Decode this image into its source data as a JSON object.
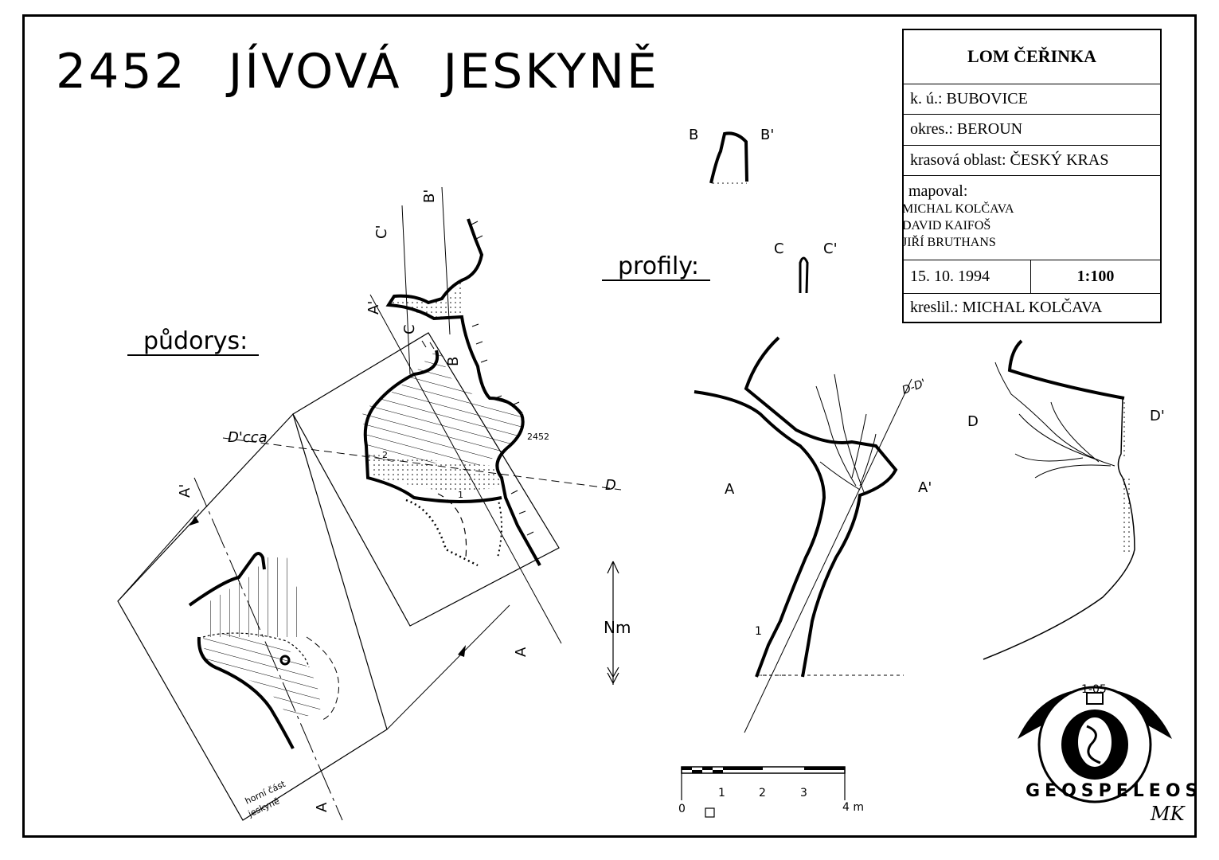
{
  "title": {
    "number": "2452",
    "name_1": "JÍVOVÁ",
    "name_2": "JESKYNĚ"
  },
  "labels": {
    "plan": "půdorys",
    "profiles": "profily",
    "upper_part_1": "horní část",
    "upper_part_2": "jeskyně",
    "north": "Nm",
    "cave_number": "2452"
  },
  "section_labels": {
    "A": "A",
    "A_prime": "A'",
    "B": "B",
    "B_prime": "B'",
    "C": "C",
    "C_prime": "C'",
    "D": "D",
    "D_prime": "D'",
    "D_prime_cca": "D'cca",
    "D_D_prime": "D-D'",
    "point_1": "1",
    "point_2": "2"
  },
  "info_box": {
    "locality": "LOM ČEŘINKA",
    "cadastre": "k. ú.: BUBOVICE",
    "district": "okres.: BEROUN",
    "karst_area": "krasová oblast: ČESKÝ KRAS",
    "mapped_by_label": "mapoval:",
    "mappers": [
      "MICHAL KOLČAVA",
      "DAVID KAIFOŠ",
      "JIŘÍ BRUTHANS"
    ],
    "date": "15. 10. 1994",
    "scale": "1:100",
    "drawn_by": "kreslil.: MICHAL KOLČAVA"
  },
  "scale_bar": {
    "ticks": [
      "0",
      "1",
      "2",
      "3",
      "4 m"
    ]
  },
  "logo": {
    "code": "1-05",
    "name": "GEOSPELEOS"
  },
  "signature": "MK"
}
